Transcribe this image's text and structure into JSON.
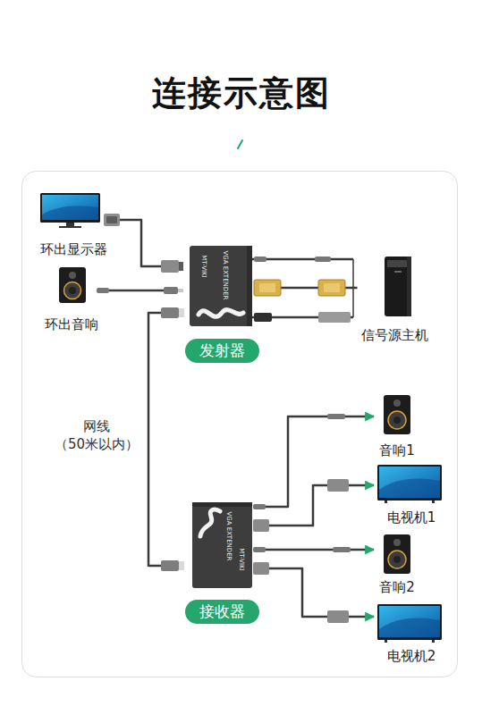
{
  "diagram": {
    "title": "连接示意图",
    "nodes": [
      {
        "text": [
          "环出显示器"
        ]
      },
      {
        "text": [
          "环出音响"
        ]
      },
      {
        "text": [
          "发射器"
        ]
      },
      {
        "text": [
          "信号源主机"
        ]
      },
      {
        "text": [
          "接收器"
        ]
      },
      {
        "text": [
          "音响1"
        ]
      },
      {
        "text": [
          "电视机1"
        ]
      },
      {
        "text": [
          "音响2"
        ]
      },
      {
        "text": [
          "电视机2"
        ]
      }
    ],
    "edges": [
      {
        "from": 2,
        "to": 0,
        "arrow": "none"
      },
      {
        "from": 2,
        "to": 1,
        "arrow": "none"
      },
      {
        "from": 3,
        "to": 2,
        "arrow": "to"
      },
      {
        "from": 2,
        "to": 4,
        "arrow": "none",
        "label": "网线 （50米以内）"
      },
      {
        "from": 4,
        "to": 5,
        "arrow": "to"
      },
      {
        "from": 4,
        "to": 6,
        "arrow": "to"
      },
      {
        "from": 4,
        "to": 7,
        "arrow": "to"
      },
      {
        "from": 4,
        "to": 8,
        "arrow": "to"
      }
    ],
    "labels": [
      "MT-VIKI",
      "VGA EXTENDER",
      "MT-VIKI",
      "VGA EXTENDER"
    ]
  }
}
